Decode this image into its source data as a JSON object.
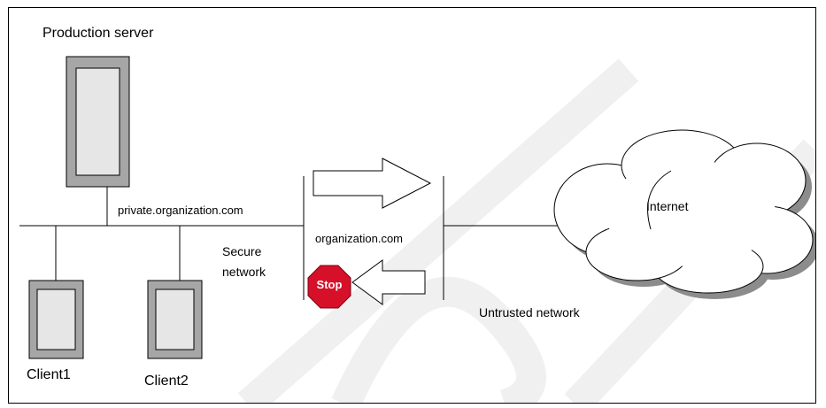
{
  "labels": {
    "production_server": "Production server",
    "private_domain": "private.organization.com",
    "secure_network": "Secure\nnetwork",
    "public_domain": "organization.com",
    "internet": "Internet",
    "untrusted_network": "Untrusted network",
    "client1": "Client1",
    "client2": "Client2",
    "stop": "Stop"
  },
  "colors": {
    "device_fill": "#a6a6a6",
    "screen_fill": "#e6e6e6",
    "stop_fill": "#d7102a",
    "watermark": "#f0f0f0",
    "cloud_shadow": "#8c8c8c"
  }
}
